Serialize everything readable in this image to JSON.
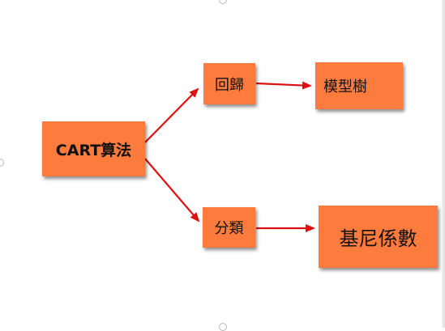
{
  "nodes": {
    "cart": "CART算法",
    "regression": "回歸",
    "classification": "分類",
    "model_tree": "模型樹",
    "gini": "基尼係數"
  },
  "colors": {
    "node_fill": "#fd7c3d",
    "arrow": "#dd1111"
  }
}
